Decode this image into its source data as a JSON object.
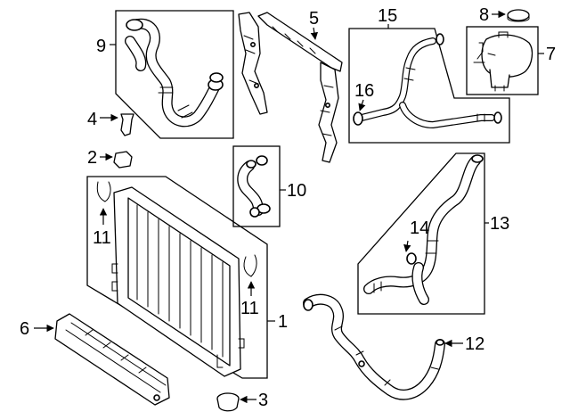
{
  "callouts": {
    "c1": "1",
    "c2": "2",
    "c3": "3",
    "c4": "4",
    "c5": "5",
    "c6": "6",
    "c7": "7",
    "c8": "8",
    "c9": "9",
    "c10": "10",
    "c11a": "11",
    "c11b": "11",
    "c12": "12",
    "c13": "13",
    "c14": "14",
    "c15": "15",
    "c16": "16"
  }
}
